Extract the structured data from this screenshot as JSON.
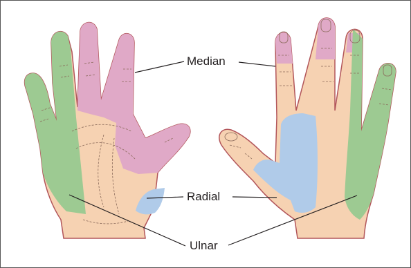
{
  "labels": {
    "median": "Median",
    "radial": "Radial",
    "ulnar": "Ulnar"
  },
  "colors": {
    "skin": "#f6d2b2",
    "median_region": "#e0a9c7",
    "radial_region": "#b0cbe9",
    "ulnar_region": "#9dca92",
    "outline": "#b2555a",
    "crease": "#8a6a5a",
    "leader_line": "#231f20",
    "frame_border": "#555555"
  }
}
